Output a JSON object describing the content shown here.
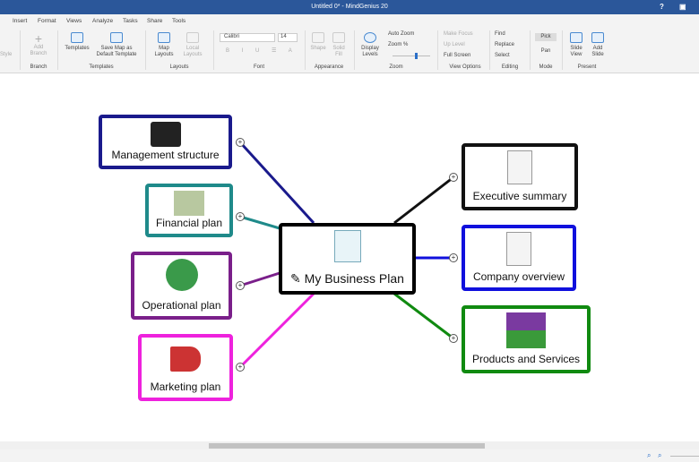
{
  "window": {
    "title": "Untitled 0* - MindGenius 20",
    "help": "?"
  },
  "tabs": [
    "Insert",
    "Format",
    "Views",
    "Analyze",
    "Tasks",
    "Share",
    "Tools"
  ],
  "ribbon": {
    "style": "Style",
    "add_branch": "Add Branch",
    "branch_group": "Branch",
    "templates": "Templates",
    "save_map": "Save Map as Default Template",
    "templates_group": "Templates",
    "map_layouts": "Map Layouts",
    "local_layouts": "Local Layouts",
    "layouts_group": "Layouts",
    "font_name": "Calibri",
    "font_size": "14",
    "font_group": "Font",
    "shape": "Shape",
    "solid_fill": "Solid Fill",
    "appearance_group": "Appearance",
    "display_levels": "Display Levels",
    "auto_zoom": "Auto Zoom",
    "zoom_pct": "Zoom %",
    "zoom_group": "Zoom",
    "make_focus": "Make Focus",
    "up_level": "Up Level",
    "full_screen": "Full Screen",
    "view_options_group": "View Options",
    "find": "Find",
    "replace": "Replace",
    "select": "Select",
    "editing_group": "Editing",
    "pick": "Pick",
    "pan": "Pan",
    "mode_group": "Mode",
    "slide_view": "Slide View",
    "add_slide": "Add Slide",
    "present_group": "Present"
  },
  "map": {
    "central": "My Business Plan",
    "branches": [
      {
        "label": "Management structure",
        "color": "#1a1a8c"
      },
      {
        "label": "Financial plan",
        "color": "#1f8a8a"
      },
      {
        "label": "Operational plan",
        "color": "#7a1f8a"
      },
      {
        "label": "Marketing plan",
        "color": "#ee22dd"
      },
      {
        "label": "Executive summary",
        "color": "#111111"
      },
      {
        "label": "Company overview",
        "color": "#1010dd"
      },
      {
        "label": "Products and Services",
        "color": "#108a10"
      }
    ],
    "plus": "+"
  }
}
